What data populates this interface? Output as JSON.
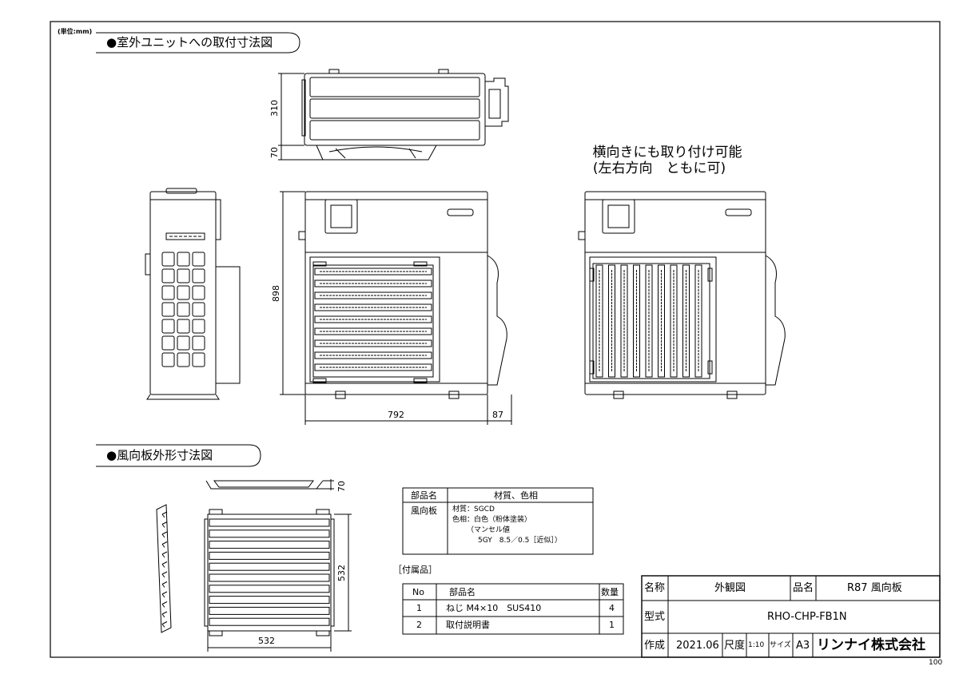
{
  "header": {
    "unit_note": "(単位:mm)",
    "section_outdoor": "●室外ユニットへの取付寸法図",
    "section_louver": "●風向板外形寸法図"
  },
  "dimensions": {
    "top_height": "310",
    "top_base": "70",
    "front_height": "898",
    "front_width": "792",
    "front_side": "87",
    "louver_depth": "70",
    "louver_height": "532",
    "louver_width": "532"
  },
  "caption": {
    "line1": "横向きにも取り付け可能",
    "line2": "(左右方向　ともに可)"
  },
  "material_table": {
    "headers": [
      "部品名",
      "材質、色相"
    ],
    "part": "風向板",
    "lines": [
      "材質：SGCD",
      "色相：白色（粉体塗装）",
      "（マンセル値",
      "5GY　8.5／0.5［近似］）"
    ]
  },
  "accessories": {
    "title": "［付属品］",
    "headers": [
      "No",
      "部品名",
      "数量"
    ],
    "rows": [
      {
        "no": "1",
        "name": "ねじ M4×10　SUS410",
        "qty": "4"
      },
      {
        "no": "2",
        "name": "取付説明書",
        "qty": "1"
      }
    ]
  },
  "title_block": {
    "name_label": "名称",
    "name_value": "外観図",
    "product_label": "品名",
    "product_value": "R87 風向板",
    "model_label": "型式",
    "model_value": "RHO-CHP-FB1N",
    "made_label": "作成",
    "made_value": "2021.06",
    "scale_label": "尺度",
    "scale_value": "1:10",
    "size_label": "サイズ",
    "size_value": "A3",
    "company": "リンナイ株式会社"
  },
  "corner_mark": "100"
}
